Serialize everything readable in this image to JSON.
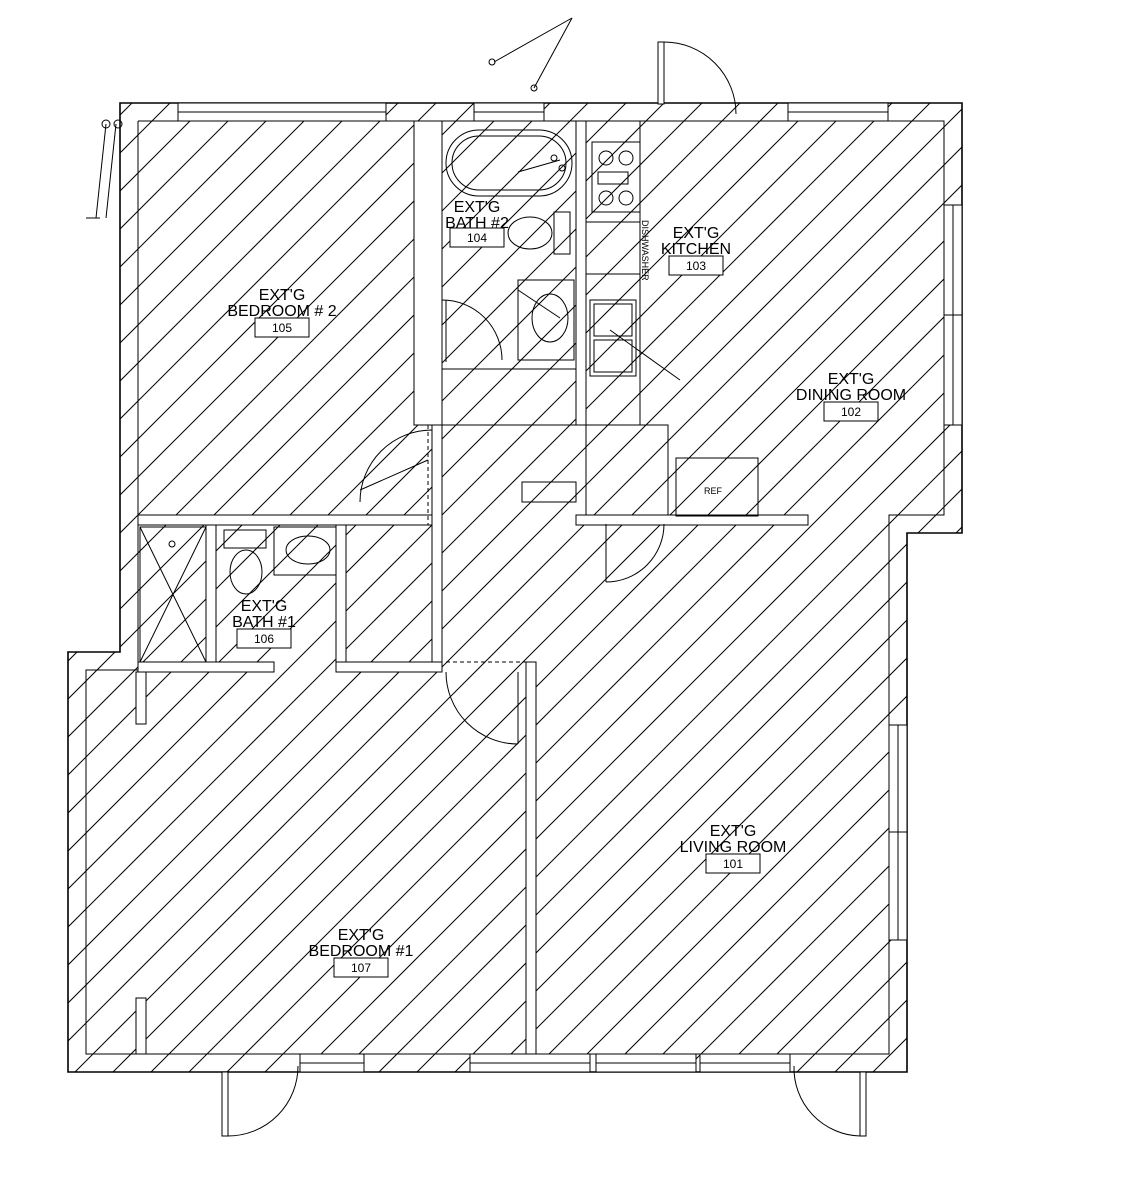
{
  "rooms": [
    {
      "id": "living",
      "line1": "EXT'G",
      "line2": "LIVING ROOM",
      "number": "101"
    },
    {
      "id": "dining",
      "line1": "EXT'G",
      "line2": "DINING ROOM",
      "number": "102"
    },
    {
      "id": "kitchen",
      "line1": "EXT'G",
      "line2": "KITCHEN",
      "number": "103"
    },
    {
      "id": "bath2",
      "line1": "EXT'G",
      "line2": "BATH #2",
      "number": "104"
    },
    {
      "id": "bedroom2",
      "line1": "EXT'G",
      "line2": "BEDROOM # 2",
      "number": "105"
    },
    {
      "id": "bath1",
      "line1": "EXT'G",
      "line2": "BATH #1",
      "number": "106"
    },
    {
      "id": "bedroom1",
      "line1": "EXT'G",
      "line2": "BEDROOM #1",
      "number": "107"
    }
  ],
  "fixtures": {
    "dishwasher": "DISHWASHER",
    "refrigerator": "REF"
  }
}
